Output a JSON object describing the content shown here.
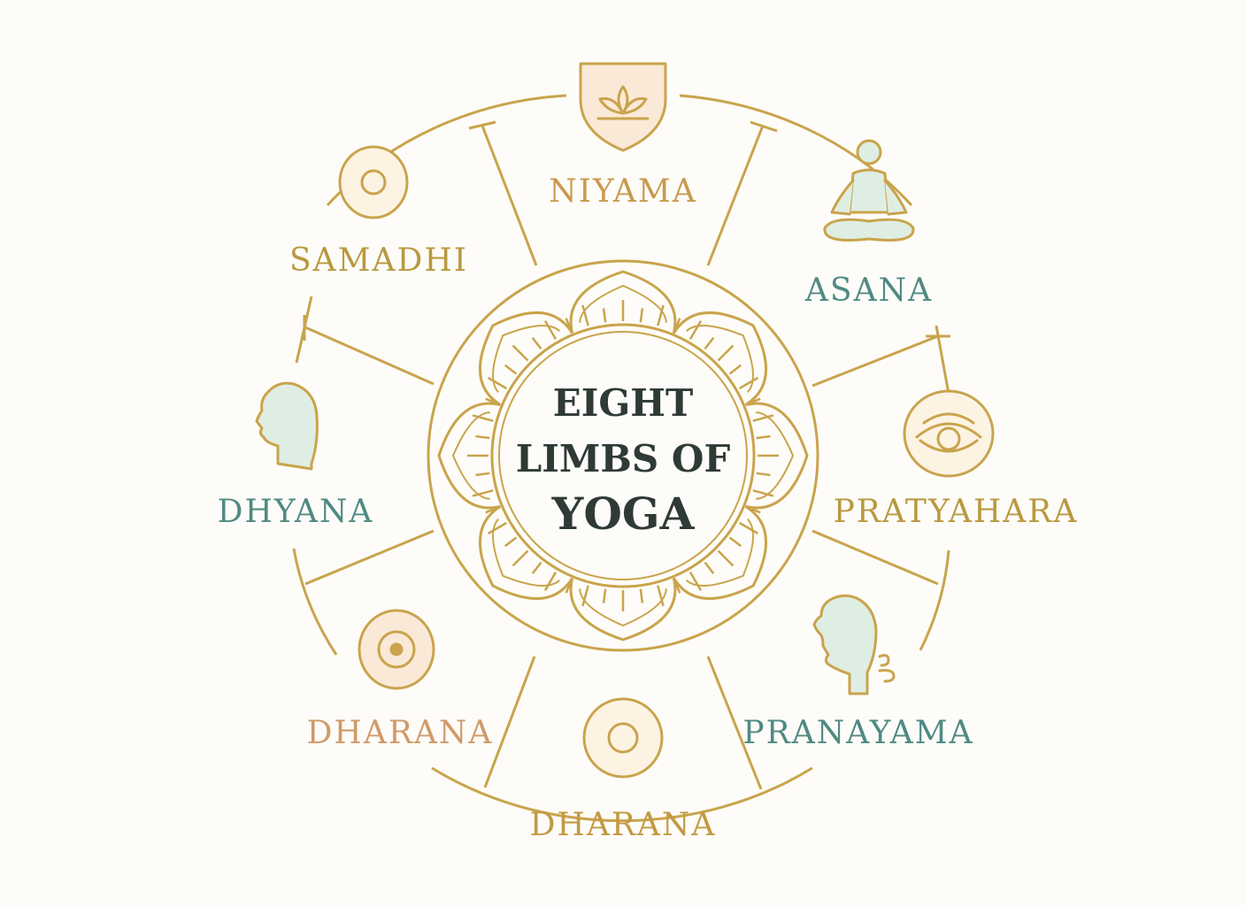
{
  "center": {
    "line1": "EIGHT",
    "line2": "LIMBS OF",
    "line3": "YOGA"
  },
  "limbs": [
    {
      "label": "NIYAMA",
      "icon": "lotus-shield-icon",
      "color": "#c99a4e"
    },
    {
      "label": "ASANA",
      "icon": "meditation-pose-icon",
      "color": "#4f8a83"
    },
    {
      "label": "PRATYAHARA",
      "icon": "eye-icon",
      "color": "#b9993f"
    },
    {
      "label": "PRANAYAMA",
      "icon": "breath-head-icon",
      "color": "#4f8a83"
    },
    {
      "label": "DHARANA",
      "icon": "ring-icon",
      "color": "#c39a43"
    },
    {
      "label": "DHARANA",
      "icon": "target-dot-icon",
      "color": "#d09a6a"
    },
    {
      "label": "DHYANA",
      "icon": "head-profile-icon",
      "color": "#4f8a83"
    },
    {
      "label": "SAMADHI",
      "icon": "ring-icon",
      "color": "#b9993f"
    }
  ],
  "colors": {
    "gold": "#c9a44c",
    "teal": "#4f8a83",
    "peach_fill": "#fbe9d8",
    "sage_fill": "#dfeee3",
    "cream_fill": "#fdf3e3",
    "background": "#fdfcf8"
  }
}
